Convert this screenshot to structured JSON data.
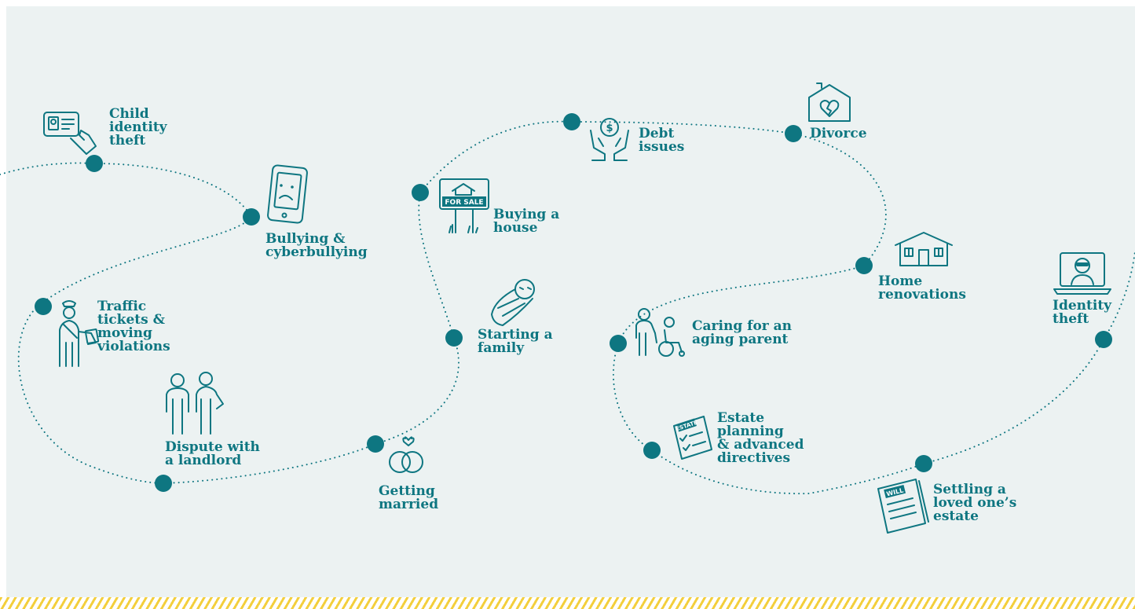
{
  "colors": {
    "accent": "#0e7681",
    "background": "#ecf2f2",
    "stripe": "#f3cf3d"
  },
  "milestones": {
    "child_identity_theft": {
      "label": "Child\nidentity\ntheft",
      "icon": "id-card-hand-icon"
    },
    "bullying": {
      "label": "Bullying &\ncyberbullying",
      "icon": "sad-phone-icon"
    },
    "traffic": {
      "label": "Traffic\ntickets &\nmoving\nviolations",
      "icon": "police-officer-icon"
    },
    "landlord": {
      "label": "Dispute with\na landlord",
      "icon": "two-people-icon"
    },
    "married": {
      "label": "Getting\nmarried",
      "icon": "wedding-rings-icon"
    },
    "family": {
      "label": "Starting a\nfamily",
      "icon": "swaddled-baby-icon"
    },
    "house": {
      "label": "Buying a\nhouse",
      "icon": "for-sale-sign-icon",
      "sign_text": "FOR SALE"
    },
    "debt": {
      "label": "Debt\nissues",
      "icon": "hands-dollar-icon"
    },
    "divorce": {
      "label": "Divorce",
      "icon": "broken-heart-house-icon"
    },
    "renovations": {
      "label": "Home\nrenovations",
      "icon": "house-icon"
    },
    "aging_parent": {
      "label": "Caring for an\naging parent",
      "icon": "wheelchair-caregiver-icon"
    },
    "estate_planning": {
      "label": "Estate\nplanning\n& advanced\ndirectives",
      "icon": "estate-checklist-icon",
      "doc_text": "ESTATE"
    },
    "settling_estate": {
      "label": "Settling a\nloved one’s\nestate",
      "icon": "will-document-icon",
      "doc_text": "WILL"
    },
    "identity_theft": {
      "label": "Identity\ntheft",
      "icon": "laptop-thief-icon"
    }
  }
}
